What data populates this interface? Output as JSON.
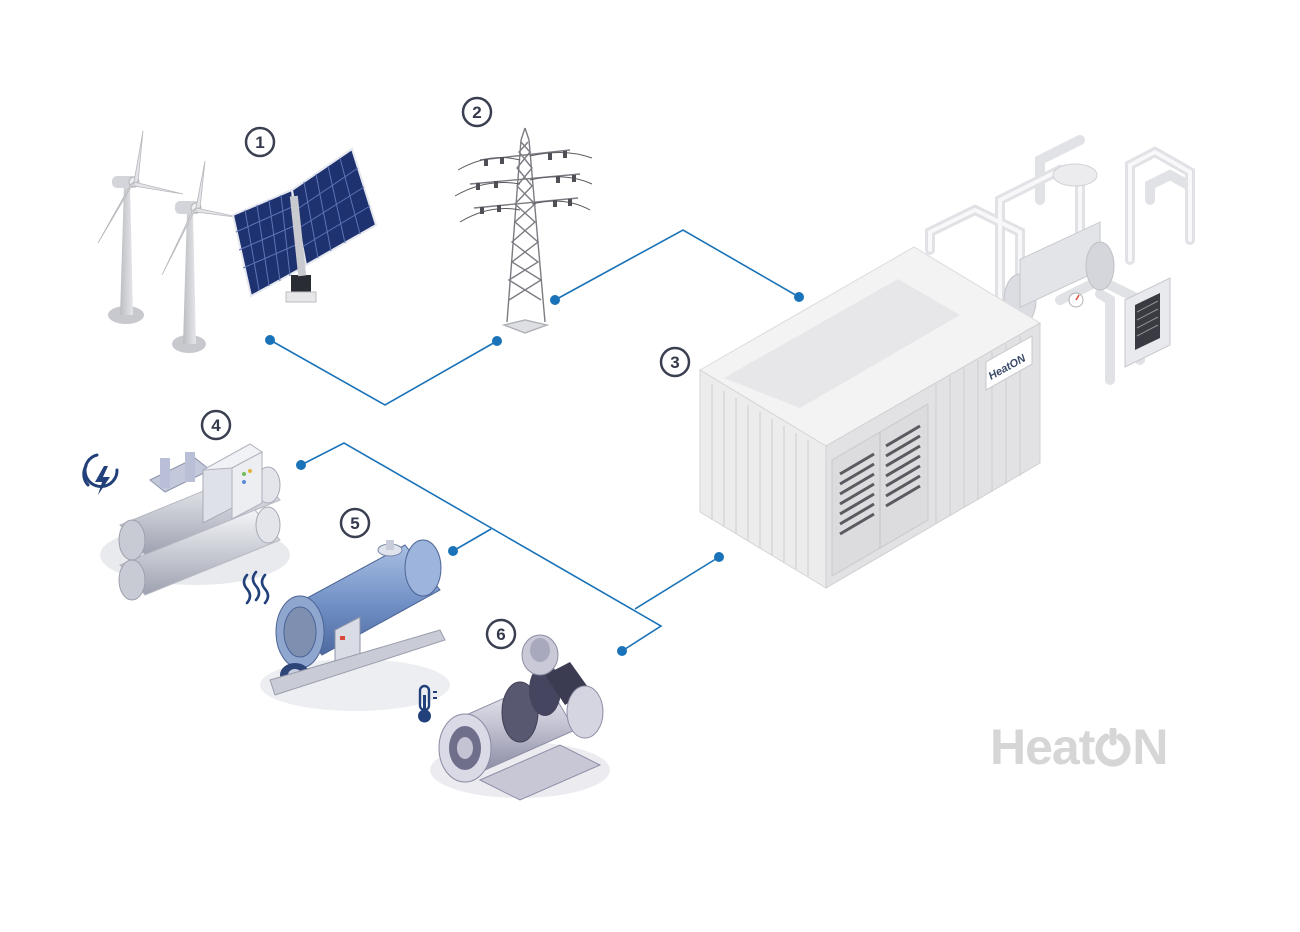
{
  "badges": [
    {
      "id": "1",
      "label": "1"
    },
    {
      "id": "2",
      "label": "2"
    },
    {
      "id": "3",
      "label": "3"
    },
    {
      "id": "4",
      "label": "4"
    },
    {
      "id": "5",
      "label": "5"
    },
    {
      "id": "6",
      "label": "6"
    }
  ],
  "brand": {
    "watermark_prefix": "Heat",
    "watermark_suffix": "N",
    "container_logo": "HeatON"
  },
  "colors": {
    "connector": "#1a73b8",
    "badge_stroke": "#3a3f52",
    "equipment_blue": "#7f9ccc",
    "equipment_gray": "#d8d9dd",
    "container": "#ececec",
    "watermark": "#d6d6d6"
  },
  "icons": {
    "electricity": "bolt-circle-icon",
    "heat": "heat-waves-icon",
    "temperature": "thermometer-icon"
  }
}
